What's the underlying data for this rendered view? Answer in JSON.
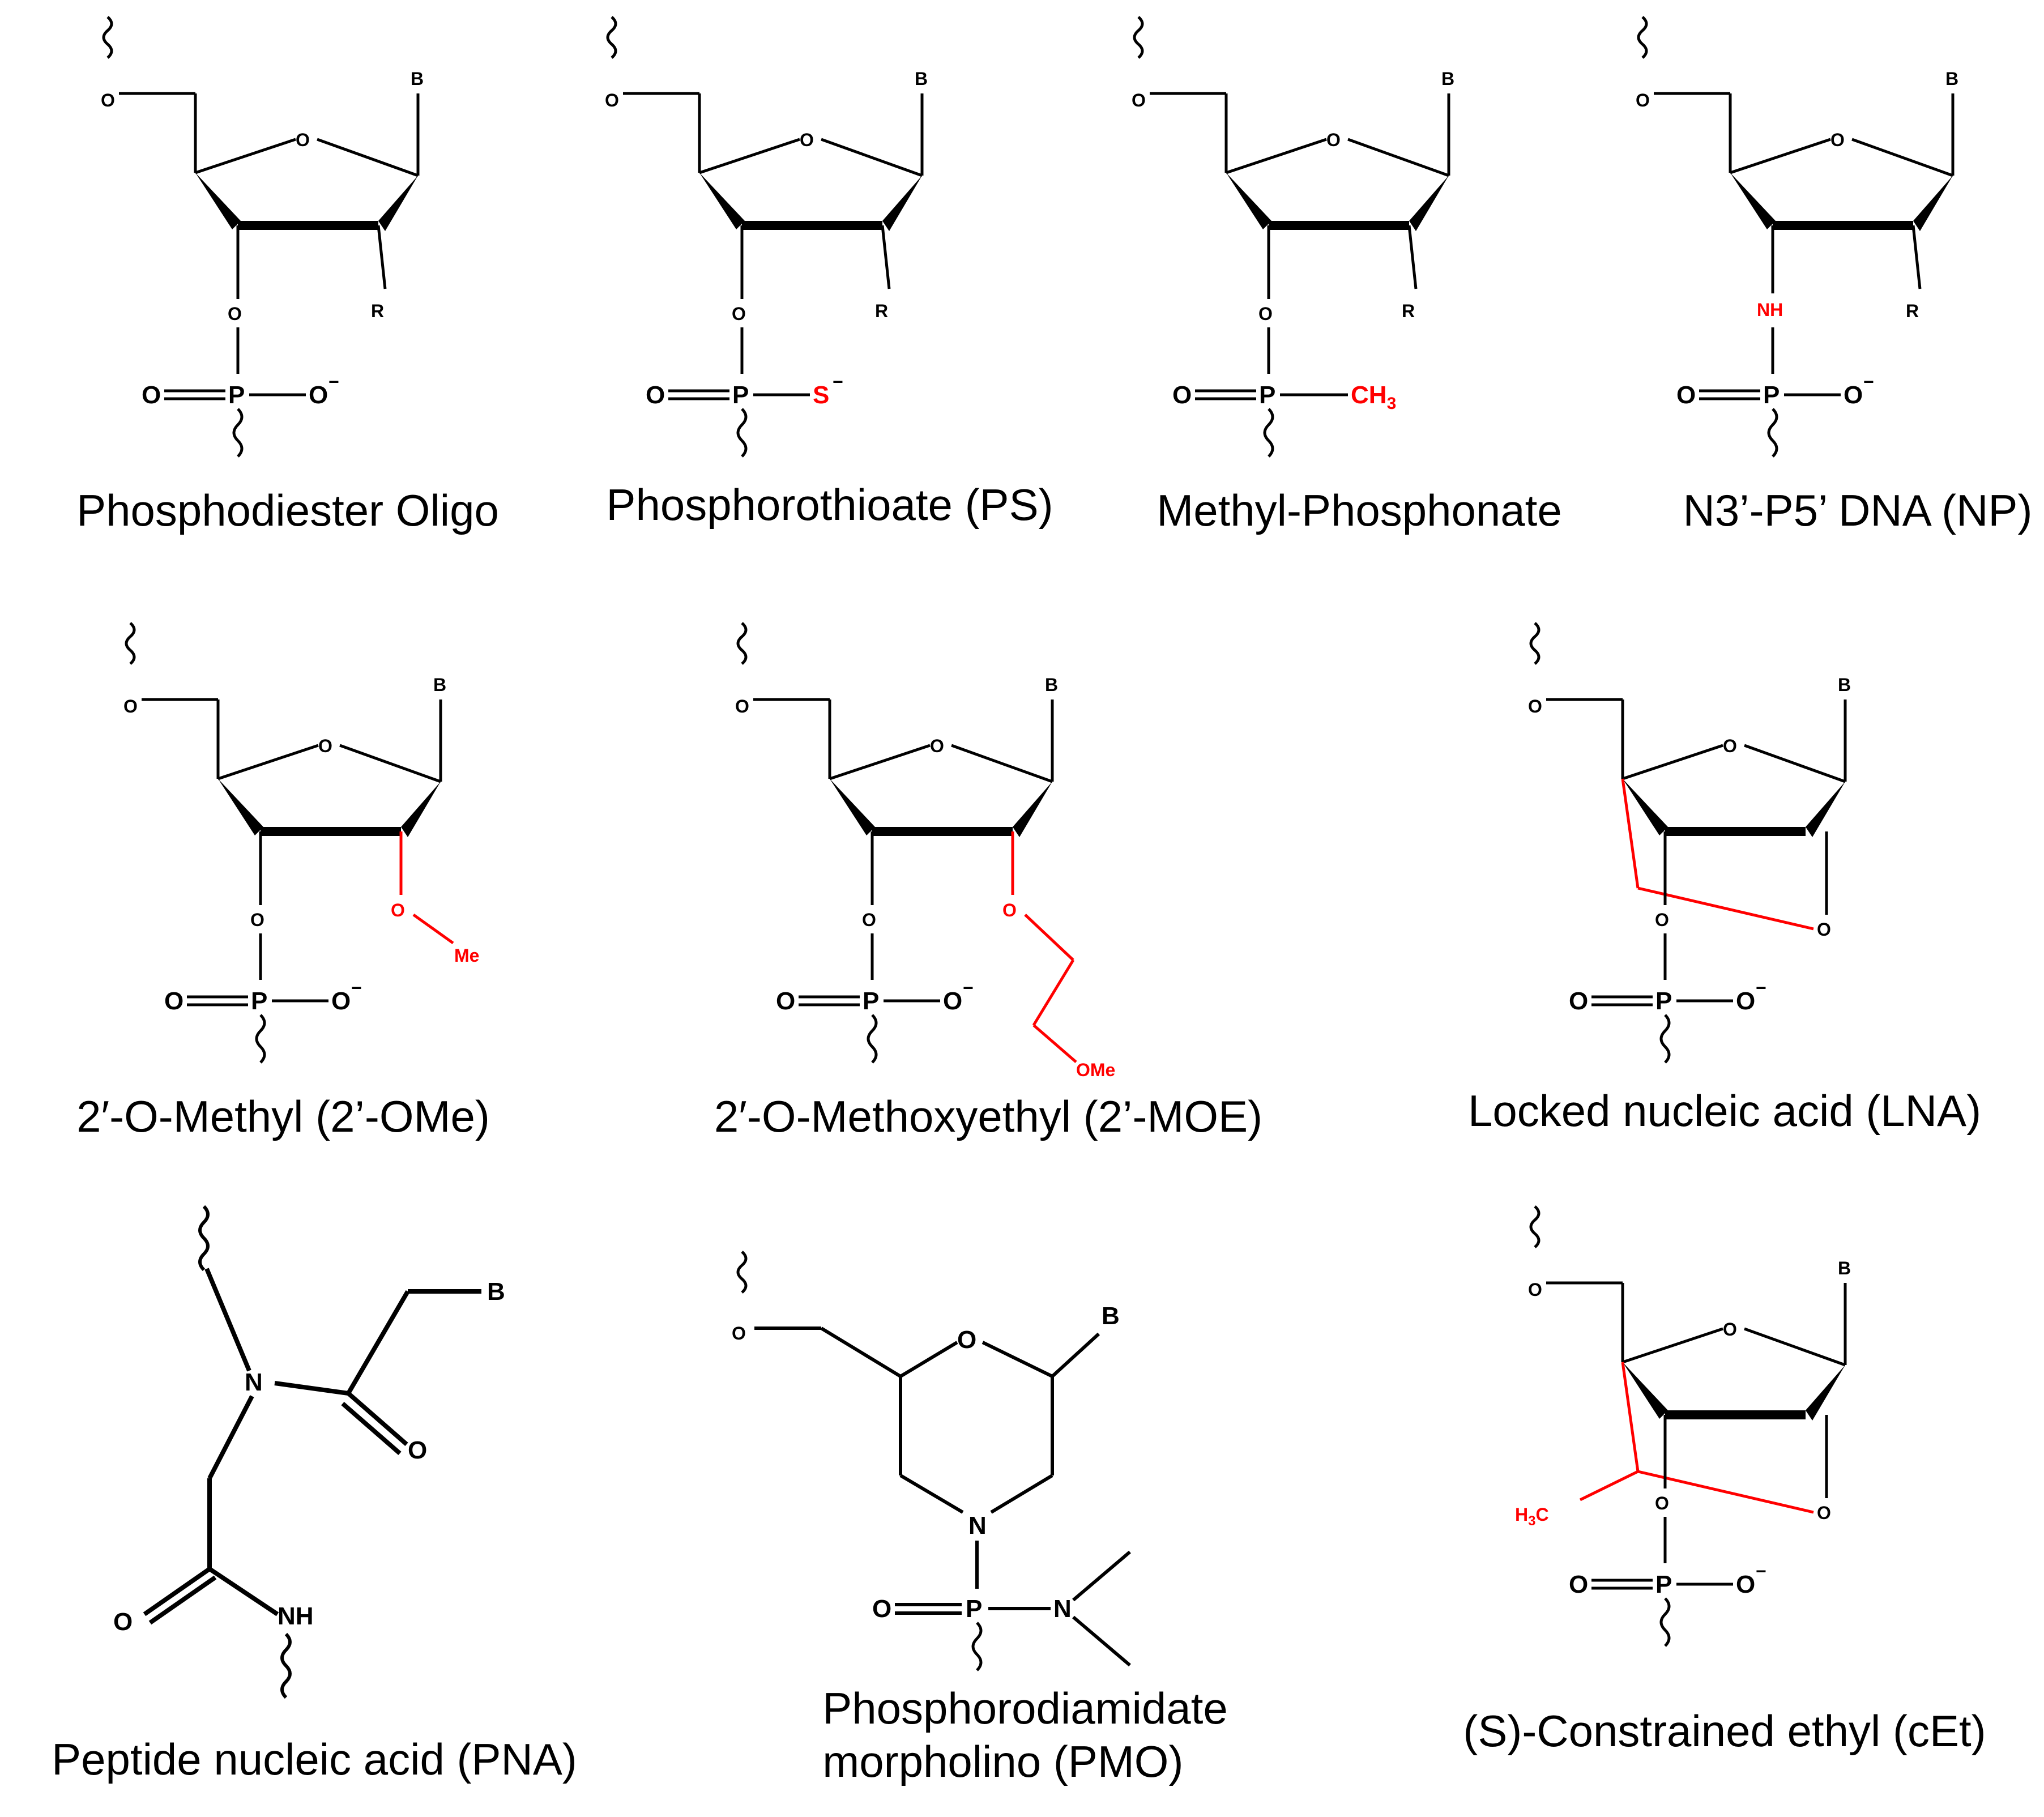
{
  "colors": {
    "ink": "#000000",
    "highlight": "#ff0000"
  },
  "labels": {
    "base": "B",
    "ring_oxygen": "O",
    "oxygen": "O",
    "phosphorus": "P",
    "oxyanion": "O",
    "r_group": "R",
    "nitrogen": "N",
    "amide_nh": "NH",
    "charge": "−"
  },
  "structures": {
    "po": {
      "caption": "Phosphodiester Oligo"
    },
    "ps": {
      "caption": "Phosphorothioate (PS)",
      "sulfur": "S"
    },
    "mp": {
      "caption": "Methyl-Phosphonate",
      "methyl": "CH",
      "methyl_sub": "3"
    },
    "np": {
      "caption": "N3’-P5’ DNA (NP)",
      "nh": "NH"
    },
    "ome": {
      "caption": "2′-O-Methyl (2’-OMe)",
      "oxygen": "O",
      "methyl": "Me"
    },
    "moe": {
      "caption": "2′-O-Methoxyethyl (2’-MOE)",
      "oxygen": "O",
      "methoxy": "OMe"
    },
    "lna": {
      "caption": "Locked nucleic acid (LNA)"
    },
    "pna": {
      "caption": "Peptide nucleic acid (PNA)"
    },
    "pmo": {
      "caption_line1": "Phosphorodiamidate",
      "caption_line2": "morpholino (PMO)"
    },
    "cet": {
      "caption": "(S)-Constrained ethyl (cEt)",
      "methyl": "H",
      "methyl_sub": "3",
      "methyl_tail": "C"
    }
  }
}
